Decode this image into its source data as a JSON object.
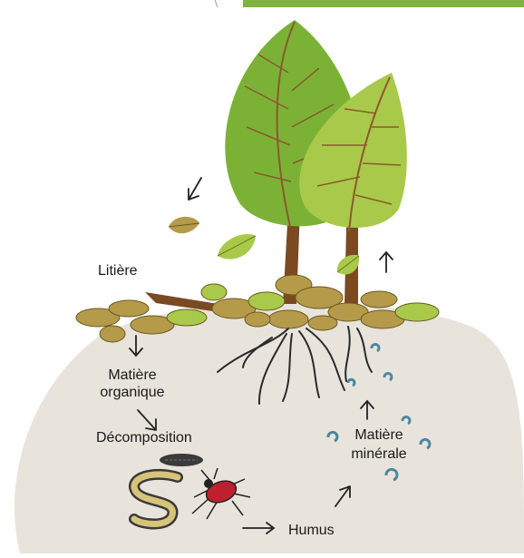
{
  "labels": {
    "litiere": "Litière",
    "matiere_organique_line1": "Matière",
    "matiere_organique_line2": "organique",
    "decomposition": "Décomposition",
    "matiere_minerale_line1": "Matière",
    "matiere_minerale_line2": "minérale",
    "humus": "Humus"
  },
  "colors": {
    "soil": "#e8e4dc",
    "top_bar": "#7fb241",
    "leaf_dark": "#7bb236",
    "leaf_light": "#a9c94a",
    "litter_leaf": "#b59a4a",
    "trunk": "#7a4a22",
    "root": "#2a2a2a",
    "mineral": "#4c86a0",
    "bug": "#c0202e",
    "worm": "#d8c37a"
  },
  "icons": [
    "tree-icon",
    "falling-leaf-icon",
    "root-icon",
    "worm-icon",
    "bug-icon",
    "caterpillar-icon",
    "mineral-particle-icon",
    "arrow-icon"
  ]
}
